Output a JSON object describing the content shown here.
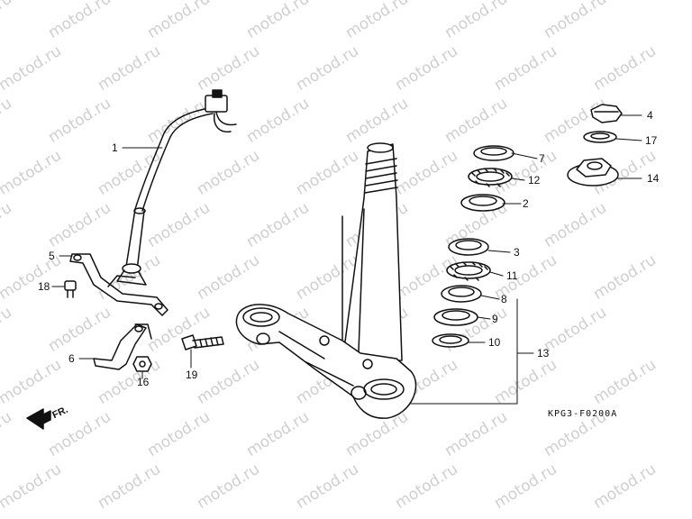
{
  "watermark": "motod.ru",
  "diagram_code": "KPG3-F0200A",
  "front_marker": "FR.",
  "callouts": [
    "1",
    "2",
    "3",
    "4",
    "5",
    "6",
    "7",
    "8",
    "9",
    "10",
    "11",
    "12",
    "13",
    "14",
    "16",
    "17",
    "18",
    "19"
  ],
  "colors": {
    "ink": "#111111",
    "watermark": "#cfcfcf",
    "background": "#ffffff"
  }
}
